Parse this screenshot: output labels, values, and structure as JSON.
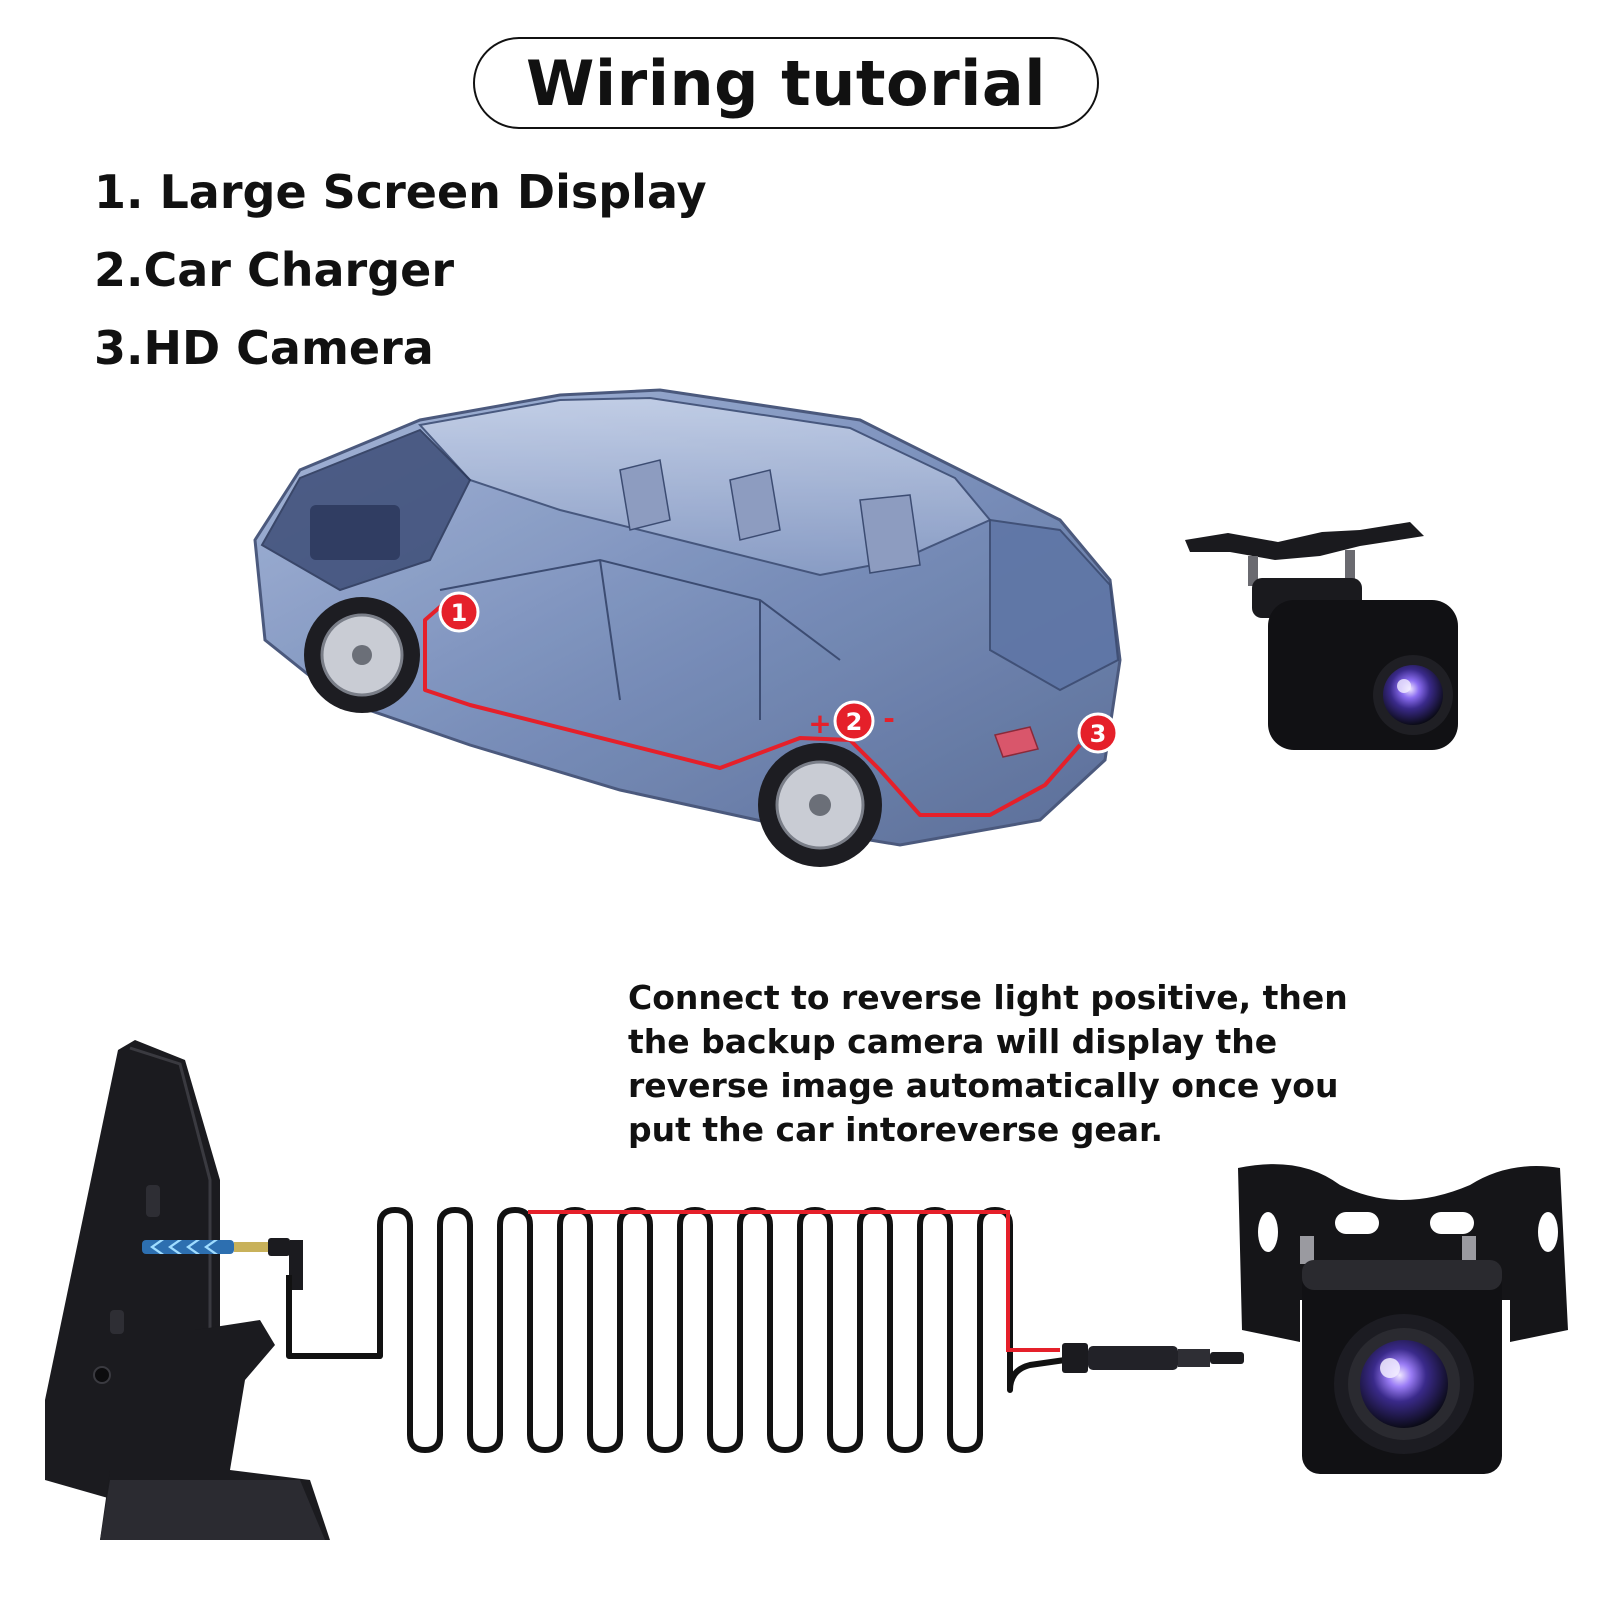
{
  "title": "Wiring tutorial",
  "steps": [
    {
      "label": "1. Large Screen Display",
      "marker": "1"
    },
    {
      "label": "2.Car Charger",
      "marker": "2"
    },
    {
      "label": "3.HD Camera",
      "marker": "3"
    }
  ],
  "charger_signs": {
    "plus": "+",
    "minus": "-"
  },
  "note": "Connect to reverse light positive, then the backup camera will display the reverse image automatically once you put the car intoreverse gear.",
  "colors": {
    "wire_red": "#e5202a",
    "cable_black": "#111111",
    "car_blue": "#6f86b5",
    "accent_blue": "#3aa0e0"
  }
}
